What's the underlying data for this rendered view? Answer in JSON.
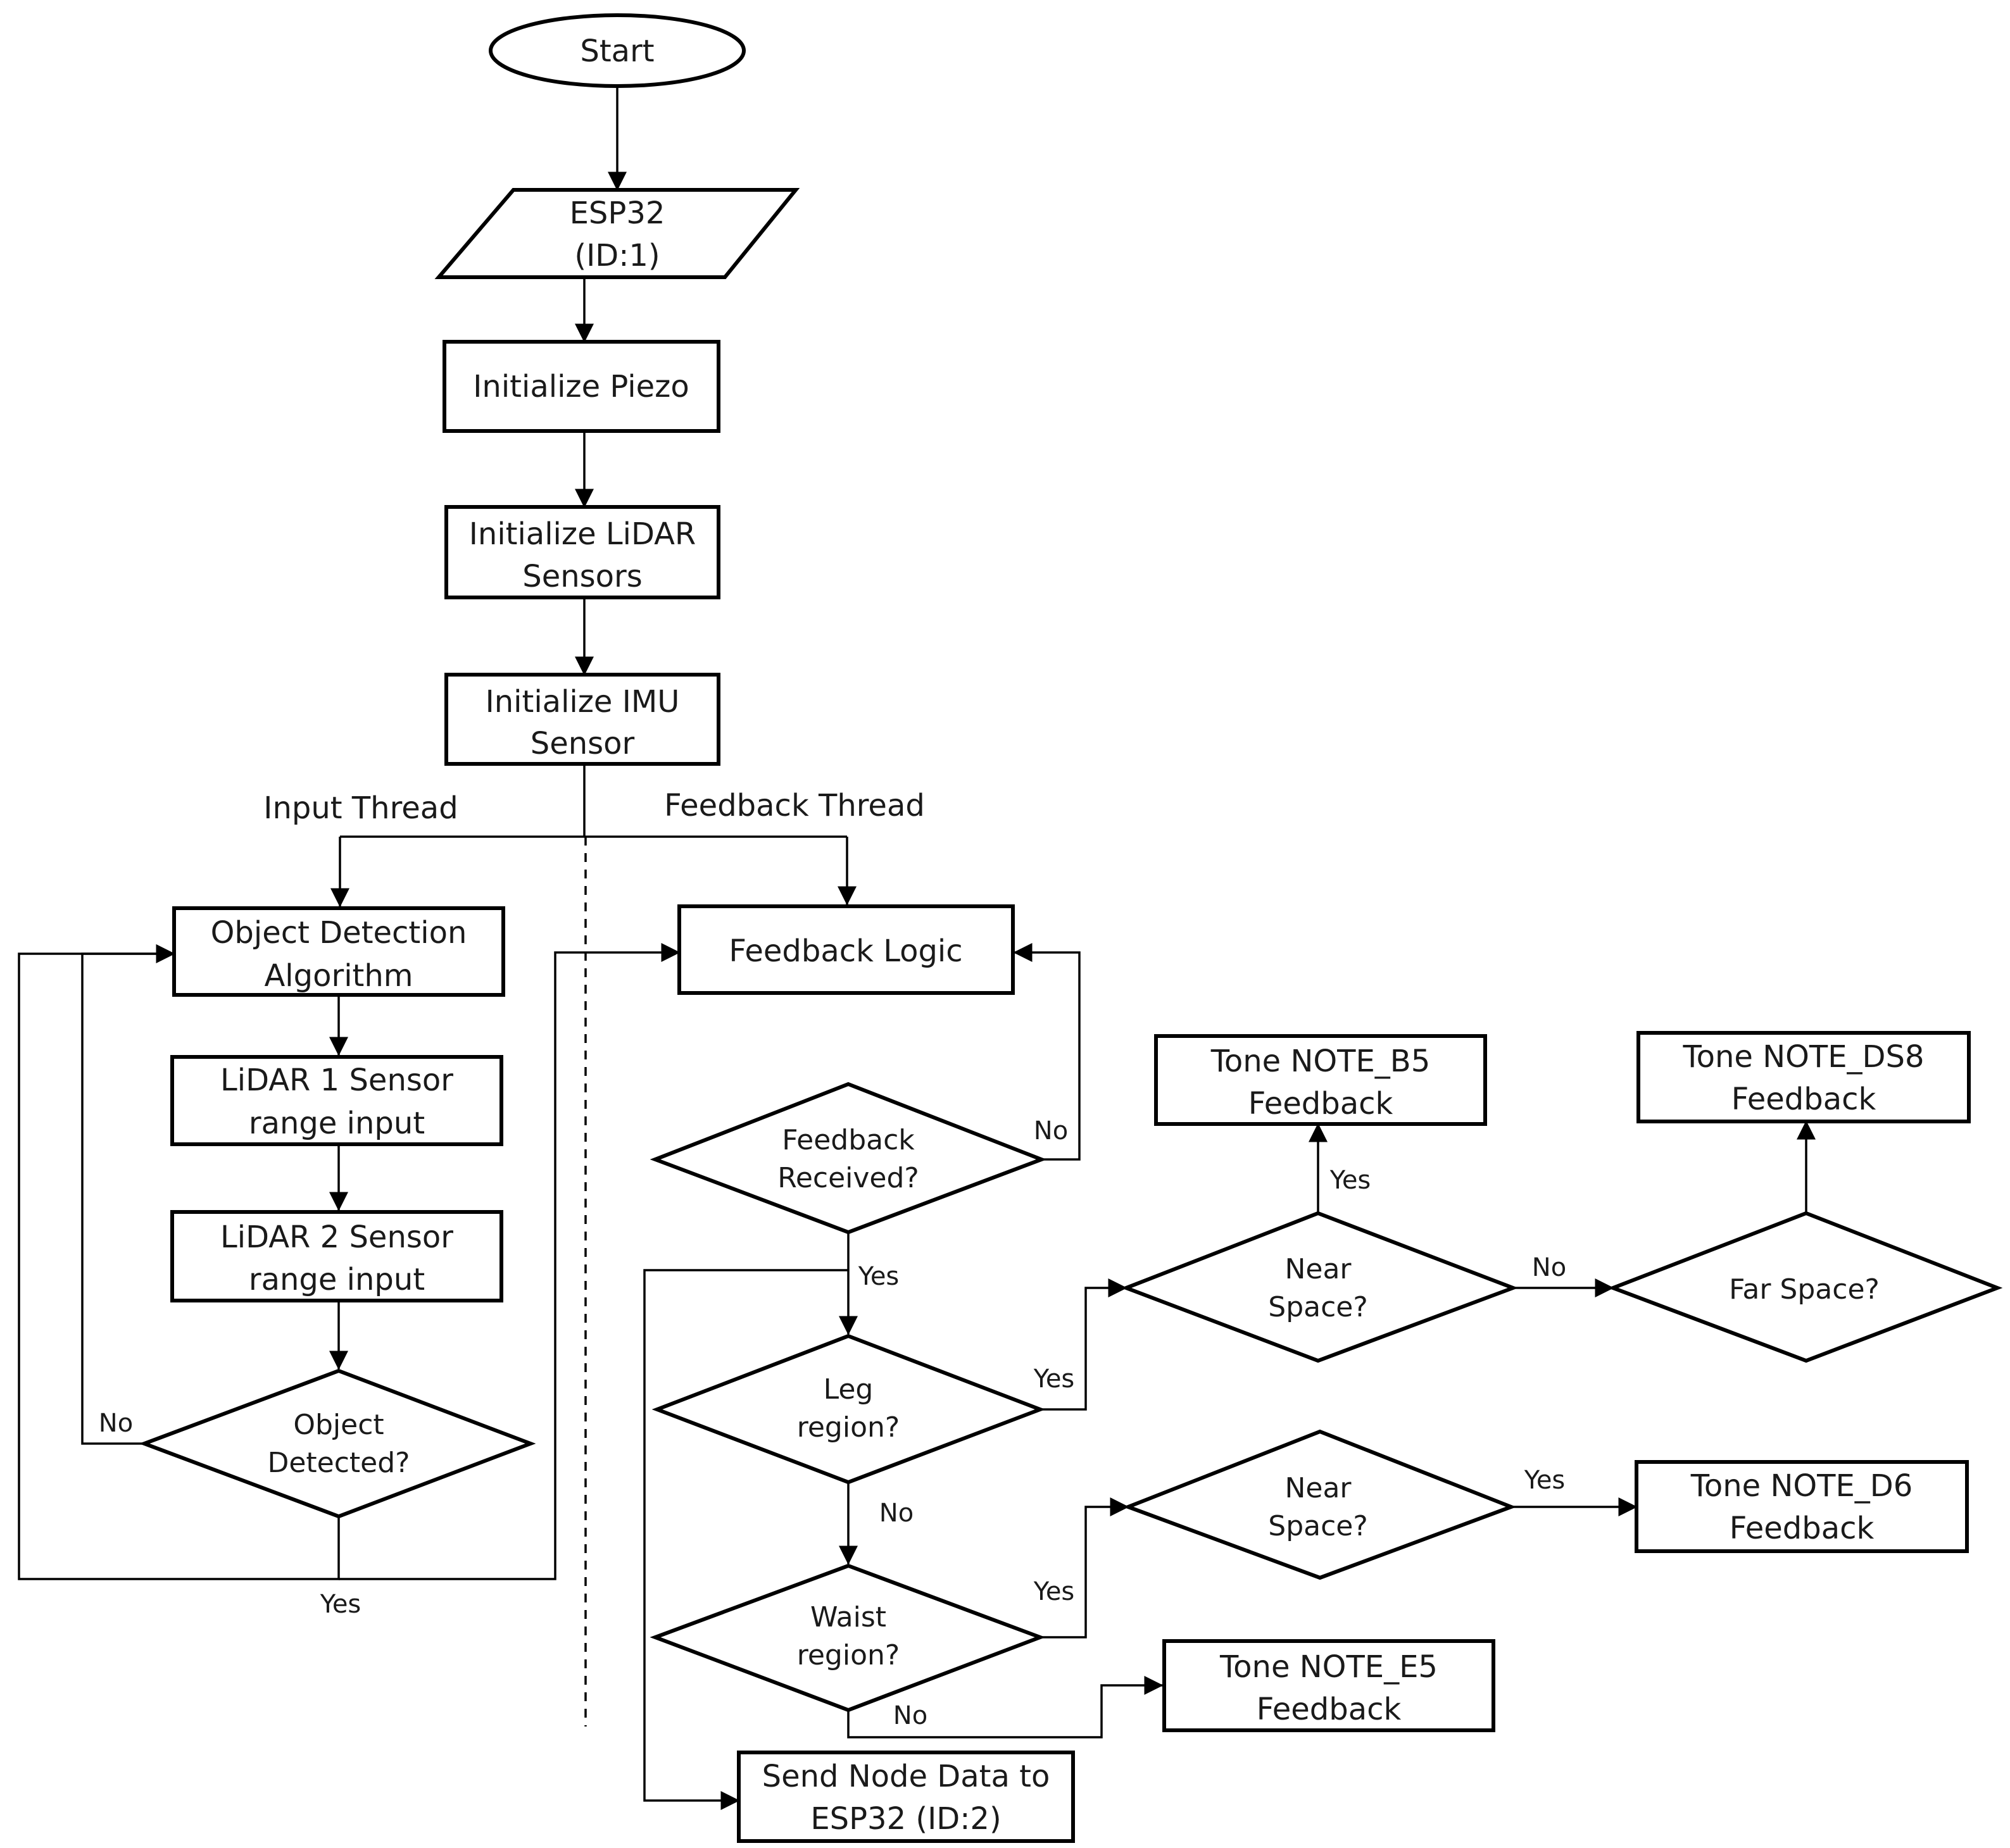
{
  "nodes": {
    "start": "Start",
    "esp32_id1": [
      "ESP32",
      "(ID:1)"
    ],
    "init_piezo": "Initialize Piezo",
    "init_lidar": [
      "Initialize LiDAR",
      "Sensors"
    ],
    "init_imu": [
      "Initialize IMU",
      "Sensor"
    ],
    "object_detection": [
      "Object Detection",
      "Algorithm"
    ],
    "lidar1_input": [
      "LiDAR 1 Sensor",
      "range input"
    ],
    "lidar2_input": [
      "LiDAR 2 Sensor",
      "range input"
    ],
    "object_detected": [
      "Object",
      "Detected?"
    ],
    "feedback_logic": "Feedback Logic",
    "feedback_received": [
      "Feedback",
      "Received?"
    ],
    "leg_region": [
      "Leg",
      "region?"
    ],
    "waist_region": [
      "Waist",
      "region?"
    ],
    "near_space_leg": [
      "Near",
      "Space?"
    ],
    "far_space": "Far Space?",
    "near_space_waist": [
      "Near",
      "Space?"
    ],
    "tone_b5": [
      "Tone NOTE_B5",
      "Feedback"
    ],
    "tone_ds8": [
      "Tone NOTE_DS8",
      "Feedback"
    ],
    "tone_d6": [
      "Tone NOTE_D6",
      "Feedback"
    ],
    "tone_e5": [
      "Tone NOTE_E5",
      "Feedback"
    ],
    "send_node_data": [
      "Send Node Data to",
      "ESP32 (ID:2)"
    ]
  },
  "threads": {
    "input": "Input Thread",
    "feedback": "Feedback Thread"
  },
  "edge_labels": {
    "yes": "Yes",
    "no": "No"
  }
}
